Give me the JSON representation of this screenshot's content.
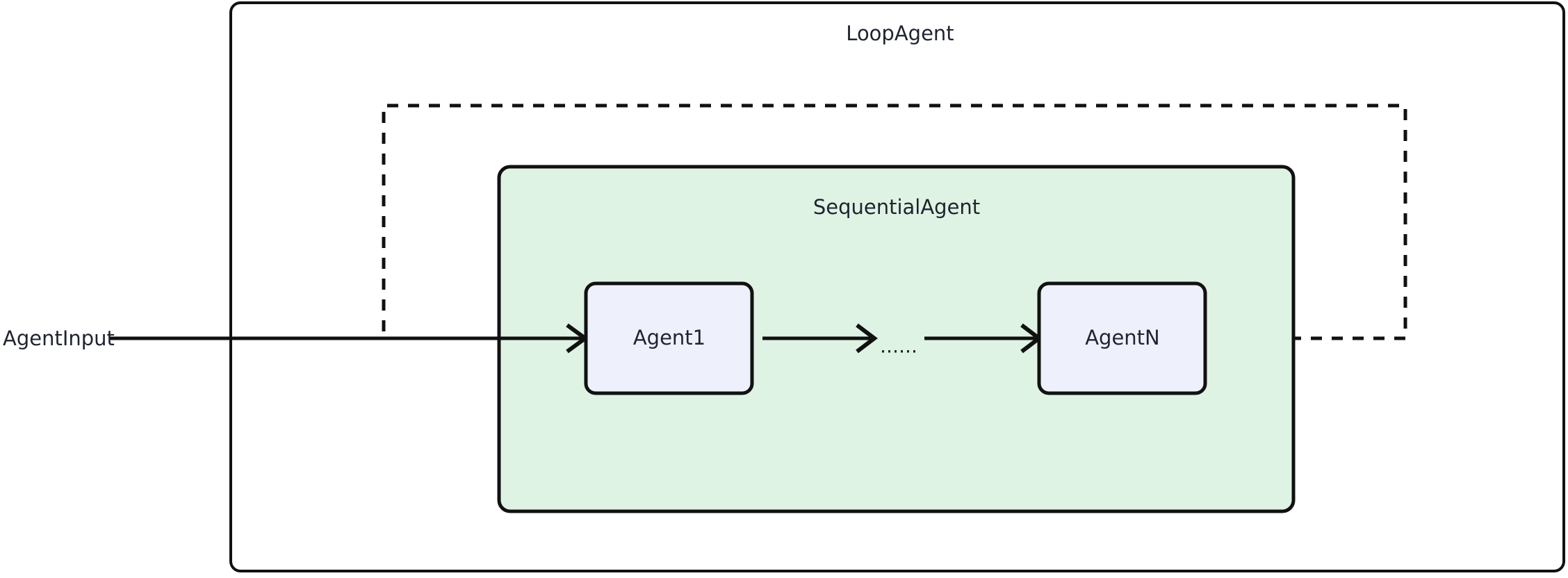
{
  "diagram": {
    "type": "agent-flow-diagram",
    "background_color": "#ffffff",
    "outer_container": {
      "title": "LoopAgent",
      "fill": "#ffffff",
      "stroke": "#111111"
    },
    "inner_container": {
      "title": "SequentialAgent",
      "fill": "#dff3e4",
      "stroke": "#111111"
    },
    "nodes": [
      {
        "id": "agent1",
        "label": "Agent1",
        "fill": "#eef1fb",
        "stroke": "#111111"
      },
      {
        "id": "agentN",
        "label": "AgentN",
        "fill": "#eef1fb",
        "stroke": "#111111"
      }
    ],
    "ellipsis": "……",
    "edges": [
      {
        "id": "input-edge",
        "label": "AgentInput",
        "style": "solid",
        "from": "AgentInput",
        "to": "Agent1"
      },
      {
        "id": "agent1-to-mid",
        "label": "",
        "style": "solid",
        "from": "Agent1",
        "to": "……"
      },
      {
        "id": "mid-to-agentN",
        "label": "",
        "style": "solid",
        "from": "……",
        "to": "AgentN"
      },
      {
        "id": "loopback",
        "label": "",
        "style": "dashed",
        "from": "AgentN",
        "to": "Agent1"
      }
    ],
    "input_label": "AgentInput"
  }
}
